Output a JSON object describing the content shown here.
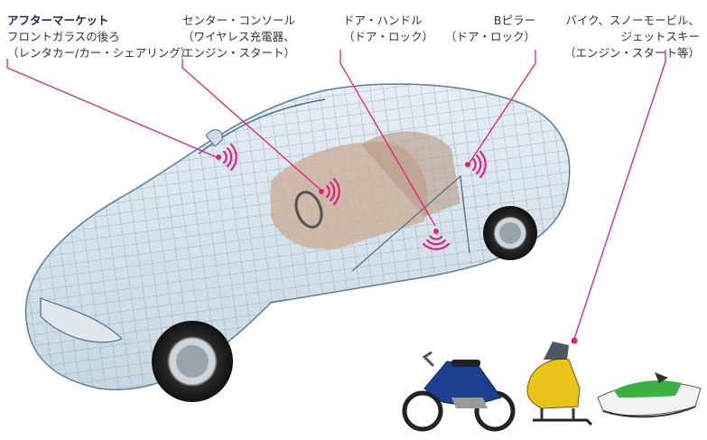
{
  "labels": {
    "aftermarket": {
      "title": "アフターマーケット",
      "line1": "フロントガラスの後ろ",
      "line2": "（レンタカー/カー・シェアリング）"
    },
    "center_console": {
      "line1": "センター・コンソール",
      "line2": "（ワイヤレス充電器、",
      "line3": "エンジン・スタート）"
    },
    "door_handle": {
      "line1": "ドア・ハンドル",
      "line2": "（ドア・ロック）"
    },
    "b_pillar": {
      "line1": "Bピラー",
      "line2": "（ドア・ロック）"
    },
    "vehicles": {
      "line1": "バイク、スノーモービル、",
      "line2": "ジェットスキー",
      "line3": "（エンジン・スタート等）"
    }
  },
  "colors": {
    "accent": "#e0207f",
    "mesh": "#6f93a8",
    "interior": "#c9ab94",
    "title_bold": "#1a2a5a"
  },
  "icons": [
    "signal-wave-icon",
    "wireframe-car",
    "motorcycle",
    "snowmobile",
    "jet-ski"
  ]
}
